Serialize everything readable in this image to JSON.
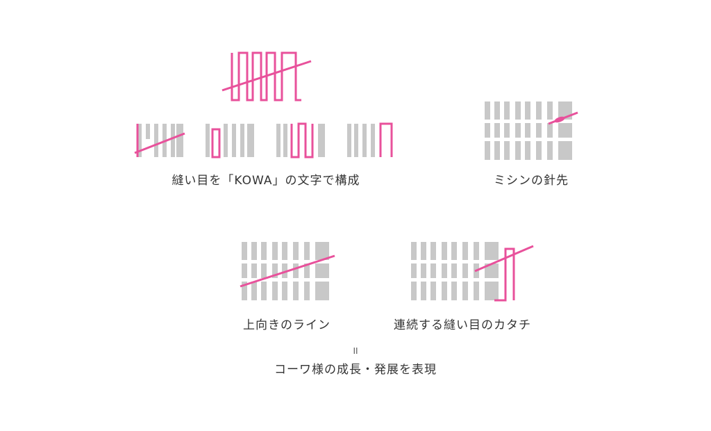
{
  "colors": {
    "accent": "#e8519b",
    "gray": "#c8c8c8",
    "text": "#333333"
  },
  "captions": {
    "stitch_kowa": "縫い目を「KOWA」の文字で構成",
    "needle_tip": "ミシンの針先",
    "upward_line": "上向きのライン",
    "continuous_stitch": "連続する縫い目のカタチ",
    "equals": "II",
    "conclusion": "コーワ様の成長・発展を表現"
  }
}
